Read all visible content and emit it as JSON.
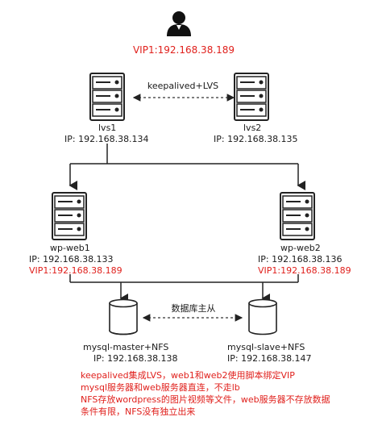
{
  "user": {
    "icon": "user-icon"
  },
  "vip_top": "VIP1:192.168.38.189",
  "lvs_link_label": "keepalived+LVS",
  "lvs1": {
    "name": "lvs1",
    "ip": "IP:  192.168.38.134",
    "icon": "server-icon"
  },
  "lvs2": {
    "name": "lvs2",
    "ip": "IP:  192.168.38.135",
    "icon": "server-icon"
  },
  "web1": {
    "name": "wp-web1",
    "ip": "IP:  192.168.38.133",
    "vip": "VIP1:192.168.38.189",
    "icon": "server-icon"
  },
  "web2": {
    "name": "wp-web2",
    "ip": "IP:  192.168.38.136",
    "vip": "VIP1:192.168.38.189",
    "icon": "server-icon"
  },
  "db_link_label": "数据库主从",
  "db_master": {
    "name": "mysql-master+NFS",
    "ip": "IP:  192.168.38.138",
    "icon": "database-icon"
  },
  "db_slave": {
    "name": "mysql-slave+NFS",
    "ip": "IP:  192.168.38.147",
    "icon": "database-icon"
  },
  "notes": [
    "keepalived集成LVS，web1和web2使用脚本绑定VIP",
    "mysql服务器和web服务器直连，不走lb",
    "NFS存放wordpress的图片视频等文件，web服务器不存放数据",
    "条件有限，NFS没有独立出来"
  ],
  "colors": {
    "accent_red": "#e0201c",
    "line": "#222222"
  }
}
